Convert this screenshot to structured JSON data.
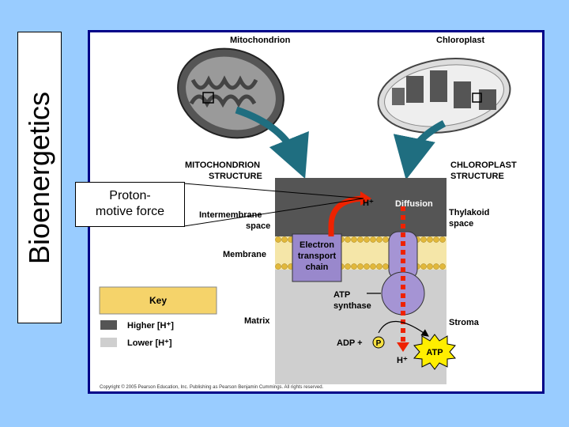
{
  "side_title": "Bioenergetics",
  "callout": {
    "line1": "Proton-",
    "line2": "motive force"
  },
  "labels": {
    "mitochondrion": "Mitochondrion",
    "chloroplast": "Chloroplast",
    "mito_structure_1": "MITOCHONDRION",
    "mito_structure_2": "STRUCTURE",
    "chloro_structure_1": "CHLOROPLAST",
    "chloro_structure_2": "STRUCTURE",
    "intermembrane_1": "Intermembrane",
    "intermembrane_2": "space",
    "membrane": "Membrane",
    "matrix": "Matrix",
    "thylakoid_1": "Thylakoid",
    "thylakoid_2": "space",
    "stroma": "Stroma",
    "h_plus_top": "H⁺",
    "diffusion": "Diffusion",
    "etc_1": "Electron",
    "etc_2": "transport",
    "etc_3": "chain",
    "atp_synthase_1": "ATP",
    "atp_synthase_2": "synthase",
    "adp": "ADP +",
    "p": "P",
    "atp": "ATP",
    "h_plus_bottom": "H⁺"
  },
  "key": {
    "title": "Key",
    "higher": "Higher [H⁺]",
    "lower": "Lower [H⁺]"
  },
  "copyright": "Copyright © 2005 Pearson Education, Inc. Publishing as Pearson Benjamin Cummings. All rights reserved.",
  "colors": {
    "background": "#99ccff",
    "panel_border": "#000088",
    "high_h": "#555555",
    "low_h": "#cfcfcf",
    "etc_purple": "#9988cc",
    "key_yellow": "#f5d36a",
    "red_arrow": "#ee2200",
    "teal_arrow": "#1f6e80",
    "atp_star": "#ffee00"
  }
}
